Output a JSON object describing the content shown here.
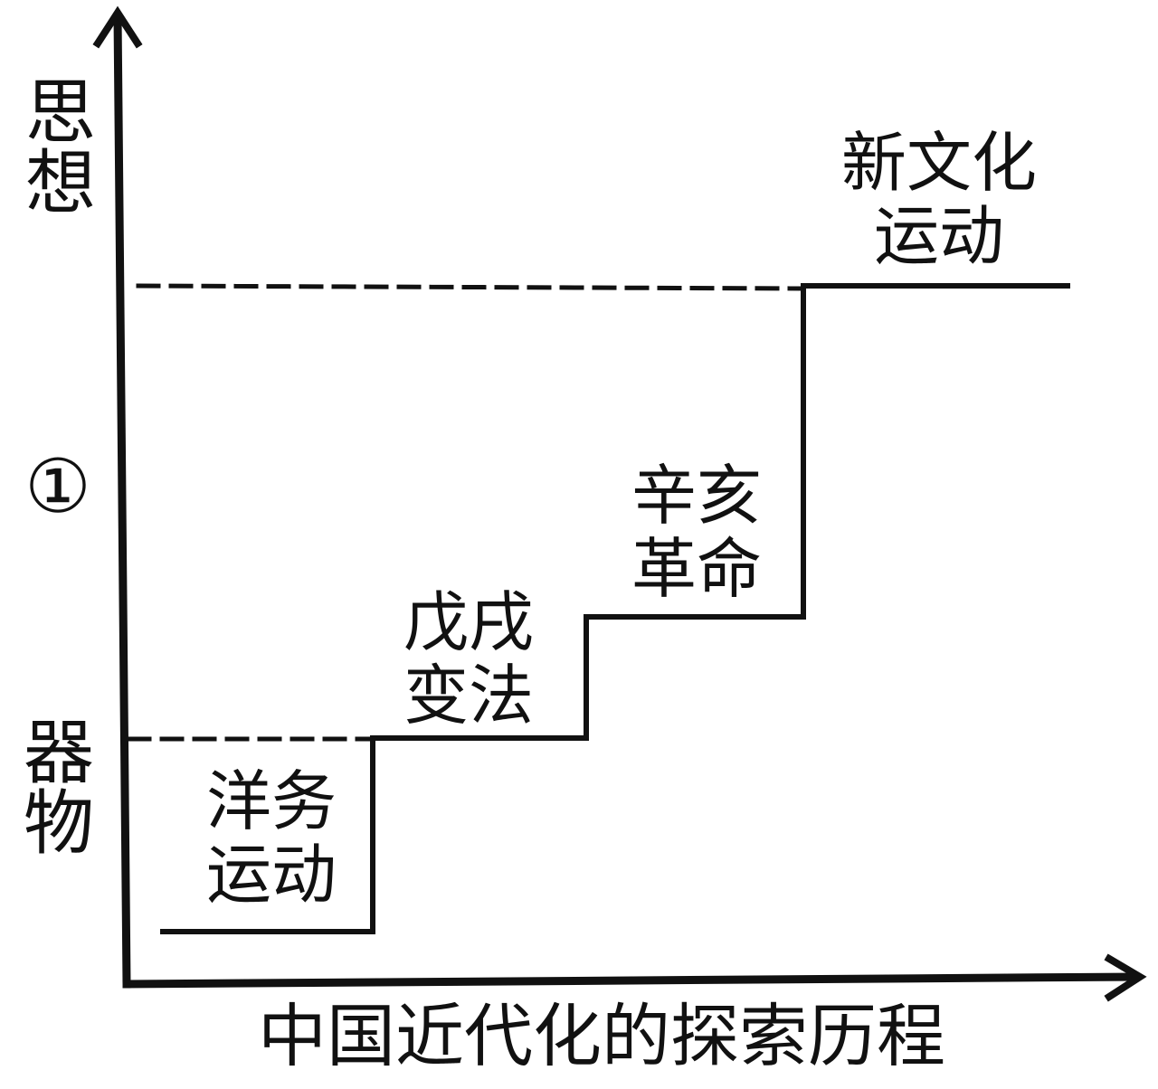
{
  "axes": {
    "x_label": "中国近代化的探索历程",
    "y_top_label": "思\n想",
    "y_bottom_label": "器\n物",
    "marker": "①"
  },
  "stages": [
    {
      "line1": "洋务",
      "line2": "运动"
    },
    {
      "line1": "戊戌",
      "line2": "变法"
    },
    {
      "line1": "辛亥",
      "line2": "革命"
    },
    {
      "line1": "新文化",
      "line2": "运动"
    }
  ],
  "colors": {
    "ink": "#111111",
    "background": "#ffffff"
  }
}
